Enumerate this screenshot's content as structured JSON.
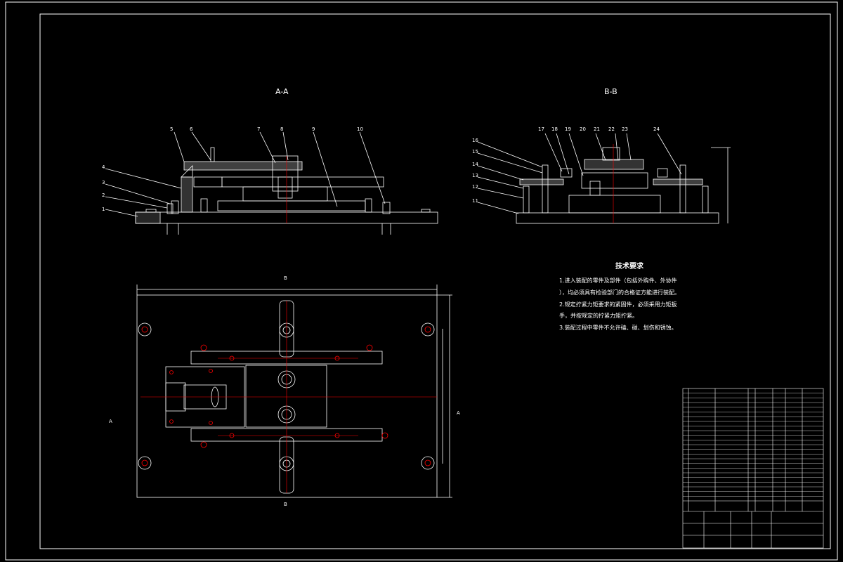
{
  "sections": {
    "aa": "A-A",
    "bb": "B-B"
  },
  "balloons_aa": [
    "5",
    "6",
    "7",
    "8",
    "9",
    "10",
    "4",
    "3",
    "2",
    "1"
  ],
  "balloons_bb": [
    "17",
    "18",
    "19",
    "20",
    "21",
    "22",
    "23",
    "24",
    "16",
    "15",
    "14",
    "13",
    "12",
    "11"
  ],
  "tech_req": {
    "title": "技术要求",
    "lines": [
      "1.进入装配的零件及部件（包括外购件、外协件",
      "），均必须具有检验部门的合格证方能进行装配。",
      "2.规定拧紧力矩要求的紧固件，必须采用力矩扳",
      "手，并按规定的拧紧力矩拧紧。",
      "3.装配过程中零件不允许磕、碰、划伤和锈蚀。"
    ]
  },
  "view_labels": {
    "section_a_left": "A",
    "section_a_right": "A",
    "section_b_top": "B",
    "section_b_bottom": "B"
  },
  "colors": {
    "line": "#ffffff",
    "center": "#ff0000",
    "bg": "#000000"
  }
}
